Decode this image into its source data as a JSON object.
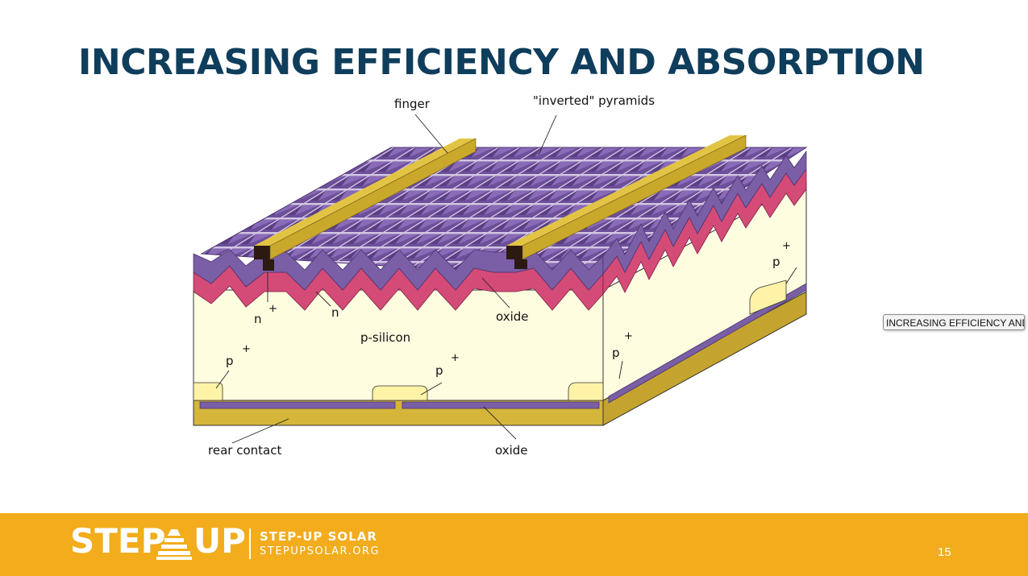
{
  "slide": {
    "title": "INCREASING EFFICIENCY AND ABSORPTION",
    "page_number": "15"
  },
  "diagram": {
    "labels": {
      "finger": "finger",
      "pyramids": "\"inverted\" pyramids",
      "n_plus": "n",
      "plus": "+",
      "n": "n",
      "oxide_top": "oxide",
      "p_silicon": "p-silicon",
      "p_plus": "p",
      "rear_contact": "rear contact",
      "oxide_bottom": "oxide"
    },
    "colors": {
      "finger_top": "#c9a82c",
      "finger_dark": "#2c1a12",
      "pyramid": "#7a5fa6",
      "grid_line": "#c9bcd9",
      "emitter": "#d44b78",
      "silicon": "#fffde0",
      "rear_metal": "#d5b63a",
      "oxide": "#7a5fa6"
    }
  },
  "tooltip": {
    "text": "INCREASING EFFICIENCY AND ..."
  },
  "footer": {
    "logo_step": "STEP",
    "logo_up": "UP",
    "brand_name": "STEP-UP SOLAR",
    "brand_url": "STEPUPSOLAR.ORG",
    "bar_color": "#f2ac1c"
  }
}
